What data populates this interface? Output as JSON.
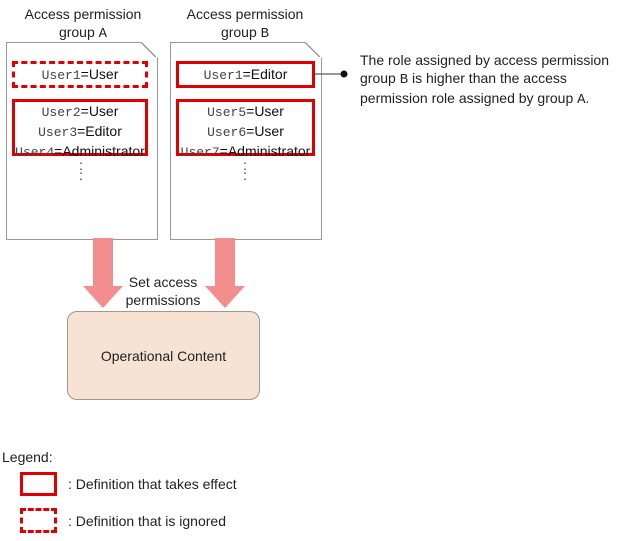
{
  "group_a": {
    "title_line1": "Access permission",
    "title_prefix": "group ",
    "title_letter": "A",
    "ignored_entries": [
      {
        "user": "User1",
        "role": "=User"
      }
    ],
    "effective_entries": [
      {
        "user": "User2",
        "role": "=User"
      },
      {
        "user": "User3",
        "role": "=Editor"
      },
      {
        "user": "User4",
        "role": "=Administrator"
      }
    ],
    "dots": ":"
  },
  "group_b": {
    "title_line1": "Access permission",
    "title_prefix": "group ",
    "title_letter": "B",
    "top_entries": [
      {
        "user": "User1",
        "role": "=Editor"
      }
    ],
    "effective_entries": [
      {
        "user": "User5",
        "role": "=User"
      },
      {
        "user": "User6",
        "role": "=User"
      },
      {
        "user": "User7",
        "role": "=Administrator"
      }
    ],
    "dots": ":"
  },
  "note": {
    "line1": "The role assigned by access permission",
    "line2_prefix": "group ",
    "line2_letter": "B",
    "line2_suffix": " is higher than the access",
    "line3_prefix": "permission role assigned by group ",
    "line3_letter": "A",
    "line3_suffix": "."
  },
  "arrow_label": {
    "line1": "Set access",
    "line2": "permissions"
  },
  "content_box": {
    "label": "Operational Content"
  },
  "legend": {
    "title": "Legend:",
    "effect_label": ": Definition that takes effect",
    "ignored_label": ": Definition that is ignored"
  },
  "colors": {
    "effect_border": "#e00000",
    "arrow_fill": "#f48d8d",
    "content_fill": "#f7e3d4"
  }
}
